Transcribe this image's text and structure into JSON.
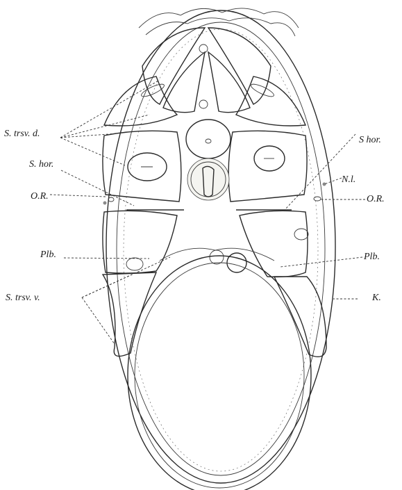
{
  "figure": {
    "labels": {
      "s_trsv_d": "S. trsv. d.",
      "s_hor_left": "S. hor.",
      "s_hor_right": "S hor.",
      "o_r_left": "O.R.",
      "o_r_right": "O.R.",
      "n_l": "N.l.",
      "plb_left": "Plb.",
      "plb_right": "Plb.",
      "s_trsv_v": "S. trsv. v.",
      "k": "K."
    },
    "colors": {
      "ink": "#2a2a2a",
      "paper": "#ffffff"
    }
  }
}
